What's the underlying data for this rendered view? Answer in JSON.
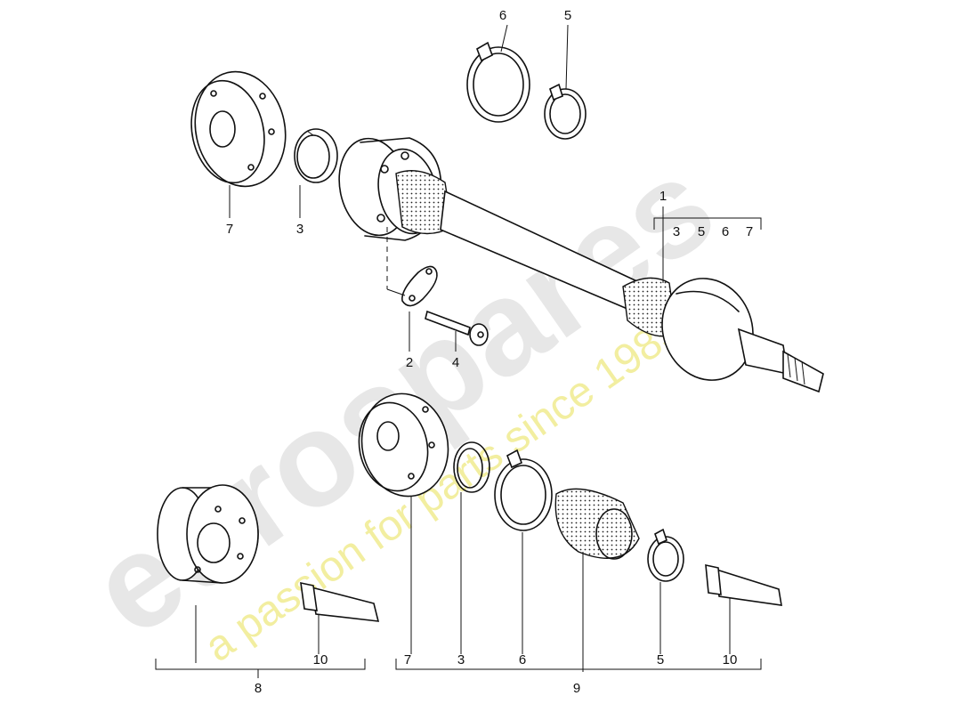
{
  "watermark": {
    "brand": "eurospares",
    "tagline": "a passion for parts since 1985"
  },
  "callouts": {
    "c1": "1",
    "group1": [
      "3",
      "5",
      "6",
      "7"
    ],
    "c2": "2",
    "c3_top": "3",
    "c3_bottom": "3",
    "c4": "4",
    "c5_top": "5",
    "c5_bottom": "5",
    "c6_top": "6",
    "c6_bottom": "6",
    "c7_top": "7",
    "c7_bottom": "7",
    "c8": "8",
    "c9": "9",
    "c10_left": "10",
    "c10_right": "10"
  }
}
